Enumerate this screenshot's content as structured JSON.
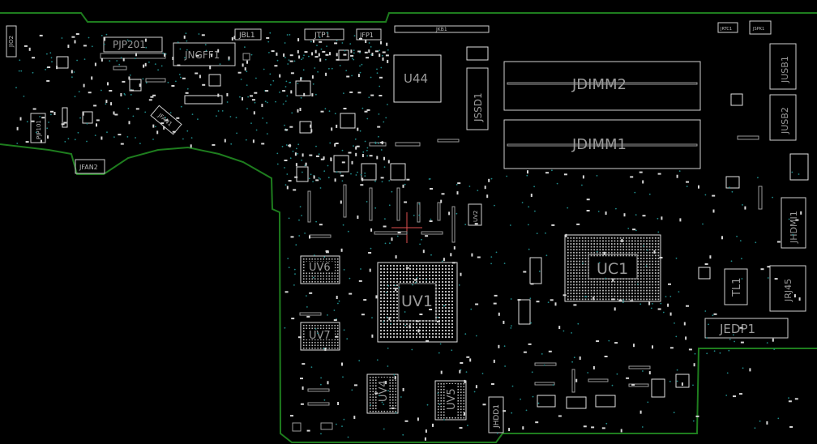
{
  "board": {
    "edge_color": "#1e7d1e",
    "silk_color": "#cfcfcf",
    "background": "#000000"
  },
  "labels": {
    "jio2": "JIO2",
    "pjp201": "PJP201",
    "pjp101": "PJP101",
    "jngff1": "JNGFF1",
    "jbl1": "JBL1",
    "jfan1": "JFAN1",
    "jfan2": "JFAN2",
    "jtp1": "JTP1",
    "jfp1": "JFP1",
    "jkb1": "JKB1",
    "u44": "U44",
    "jssd1": "JSSD1",
    "jdimm2": "JDIMM2",
    "jdimm1": "JDIMM1",
    "jrtc1": "JRTC1",
    "jspk1": "JSPK1",
    "jusb1": "JUSB1",
    "jusb2": "JUSB2",
    "jhdmi1": "JHDMI1",
    "jrj45": "JRJ45",
    "tl1": "TL1",
    "jedp1": "JEDP1",
    "uc1": "UC1",
    "uv1": "UV1",
    "uv6": "UV6",
    "uv7": "UV7",
    "uv4": "UV4",
    "uv5": "UV5",
    "uv2": "UV2",
    "jhdd1": "JHDD1"
  }
}
